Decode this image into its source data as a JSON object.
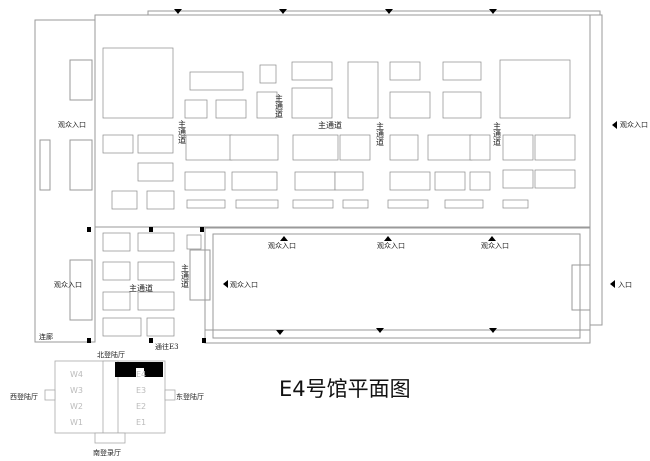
{
  "title": "E4号馆平面图",
  "entrances": {
    "audience_entrance": "观众入口",
    "entrance": "入口"
  },
  "aisles": {
    "main_aisle": "主通道"
  },
  "places": {
    "corridor": "连廊",
    "to_e3": "通往E3"
  },
  "mini_map": {
    "north_hall": "北登陆厅",
    "west_hall": "西登陆厅",
    "east_hall": "东登陆厅",
    "south_hall": "南登录厅",
    "west_halls": [
      "W4",
      "W3",
      "W2",
      "W1"
    ],
    "east_halls": [
      "E4",
      "E3",
      "E2",
      "E1"
    ],
    "highlight_color": "#000000"
  }
}
